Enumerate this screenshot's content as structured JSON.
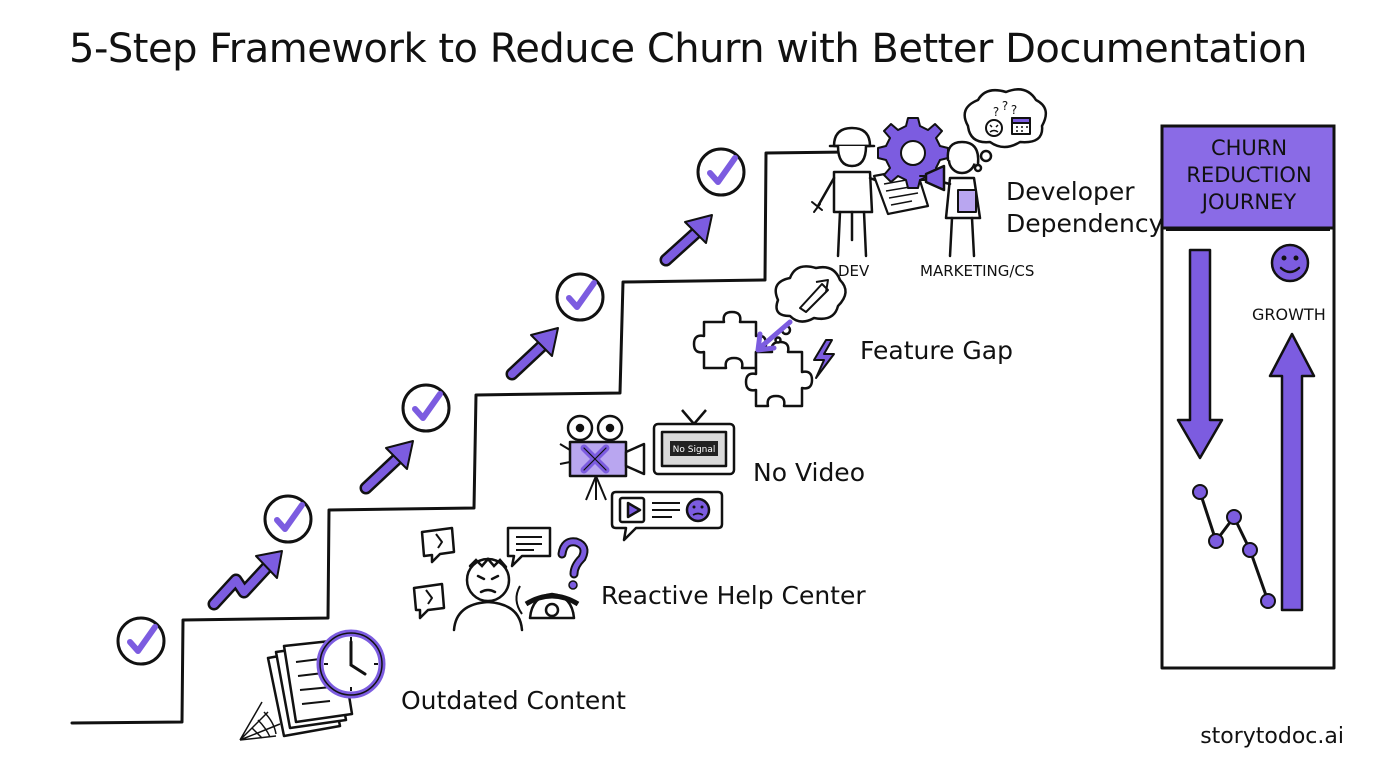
{
  "title": "5-Step Framework to Reduce Churn with Better Documentation",
  "steps": [
    {
      "label": "Outdated Content"
    },
    {
      "label": "Reactive Help Center"
    },
    {
      "label": "No Video"
    },
    {
      "label": "Feature Gap"
    },
    {
      "label": "Developer Dependency"
    }
  ],
  "developer_roles": {
    "dev": "DEV",
    "marketing": "MARKETING/CS"
  },
  "video_icon_text": "No Signal",
  "journey_panel": {
    "title_lines": [
      "CHURN",
      "REDUCTION",
      "JOURNEY"
    ],
    "growth_label": "GROWTH"
  },
  "brand": "storytodoc.ai",
  "colors": {
    "accent": "#7c5ce0",
    "ink": "#111111",
    "accent_light": "#b9a6f0"
  },
  "icons": [
    "check-circle-icon",
    "up-arrow-icon",
    "zigzag-arrow-icon",
    "document-stack-icon",
    "clock-icon",
    "spiderweb-icon",
    "speech-bubble-icon",
    "frustrated-person-icon",
    "question-mark-icon",
    "telephone-icon",
    "film-camera-icon",
    "tv-icon",
    "video-chat-icon",
    "puzzle-icon",
    "rocket-idea-icon",
    "lightning-icon",
    "engineer-icon",
    "gear-icon",
    "marketer-icon",
    "thought-bubble-icon",
    "smiley-icon"
  ]
}
